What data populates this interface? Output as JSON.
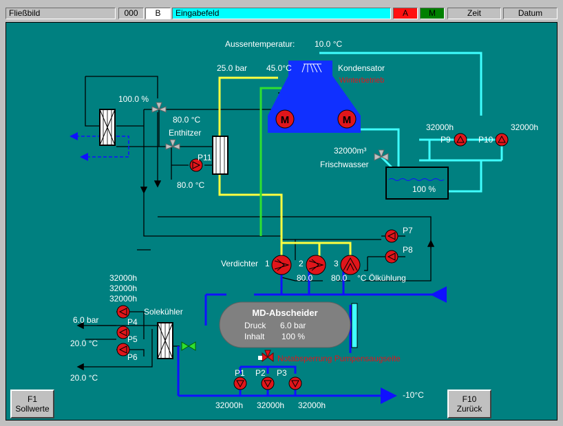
{
  "header": {
    "title": "Fließbild",
    "code": "000",
    "letter": "B",
    "input_label": "Eingabefeld",
    "alarm_a": "A",
    "alarm_m": "M",
    "time_label": "Zeit",
    "date_label": "Datum"
  },
  "colors": {
    "background": "#008080",
    "pump": "#e0161b",
    "blue_line": "#1010ff",
    "yellow_line": "#ffff40",
    "green_line": "#30e030",
    "cyan_line": "#40ffff"
  },
  "labels": {
    "outside_temp_label": "Aussentemperatur:",
    "outside_temp_value": "10.0 °C",
    "pressure_top": "25.0 bar",
    "temp_top": "45.0°C",
    "condenser": "Kondensator",
    "winter_mode": "Winterbetrieb",
    "percent_valve": "100.0 %",
    "temp_80_top": "80.0 °C",
    "desuperheater": "Enthitzer",
    "p11": "P11",
    "temp_80_left": "80.0 °C",
    "hours_p9": "32000h",
    "hours_p10": "32000h",
    "p9": "P9",
    "p10": "P10",
    "fresh_water_amount": "32000m³",
    "fresh_water": "Frischwasser",
    "tank_level": "100 %",
    "p7": "P7",
    "p8": "P8",
    "compressor_label": "Verdichter",
    "comp1": "1",
    "comp2": "2",
    "comp3": "3",
    "comp_temp1": "80.0",
    "comp_temp2": "80.0",
    "oil_cooling": "°C Ölkühlung",
    "hours_p4": "32000h",
    "hours_p5": "32000h",
    "hours_p6": "32000h",
    "brine_cooler": "Solekühler",
    "brine_pressure": "6.0 bar",
    "p4": "P4",
    "p5": "P5",
    "p6": "P6",
    "brine_temp1": "20.0 °C",
    "brine_temp2": "20.0 °C",
    "separator_title": "MD-Abscheider",
    "separator_pressure_label": "Druck",
    "separator_pressure_value": "6.0 bar",
    "separator_content_label": "Inhalt",
    "separator_content_value": "100 %",
    "emergency_shutoff": "Notabsperrung Pumpensaugseite",
    "p1": "P1",
    "p2": "P2",
    "p3": "P3",
    "hours_p1": "32000h",
    "hours_p2": "32000h",
    "hours_p3": "32000h",
    "temp_minus10": "-10°C"
  },
  "buttons": {
    "f1_key": "F1",
    "f1_label": "Sollwerte",
    "f10_key": "F10",
    "f10_label": "Zurück"
  }
}
